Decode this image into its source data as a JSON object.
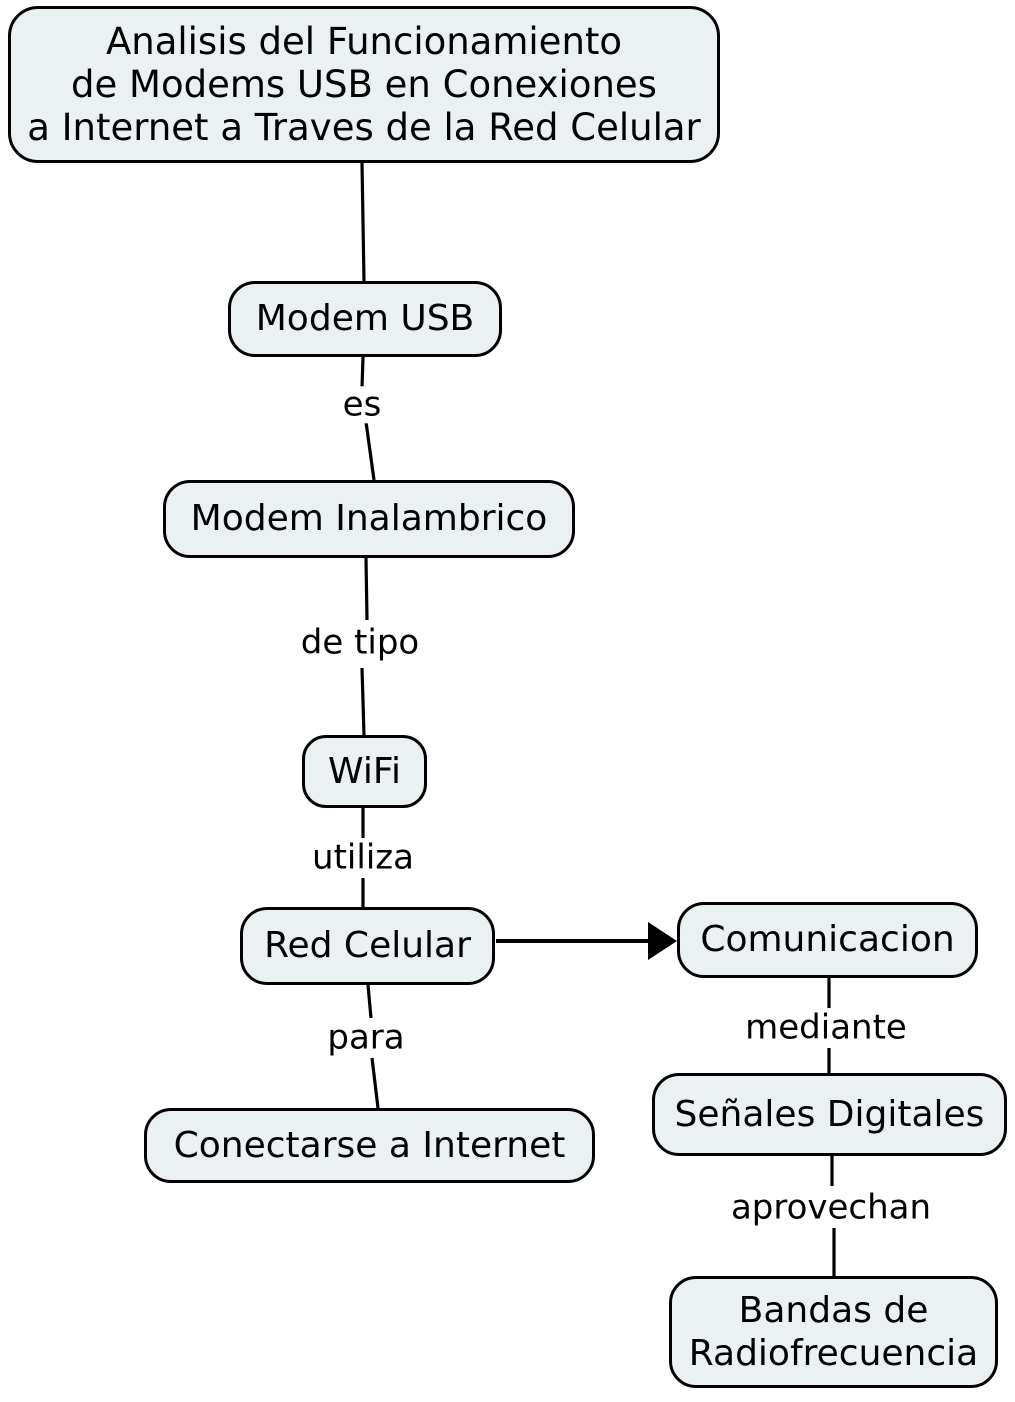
{
  "diagram": {
    "title": "Analisis del Funcionamiento\nde Modems USB en Conexiones\na Internet a Traves de la Red Celular",
    "nodes": {
      "modem_usb": "Modem USB",
      "modem_inalambrico": "Modem Inalambrico",
      "wifi": "WiFi",
      "red_celular": "Red Celular",
      "comunicacion": "Comunicacion",
      "conectarse_internet": "Conectarse a Internet",
      "senales_digitales": "Señales Digitales",
      "bandas_radiofrecuencia": "Bandas de\nRadiofrecuencia"
    },
    "edge_labels": {
      "es": "es",
      "de_tipo": "de tipo",
      "utiliza": "utiliza",
      "para": "para",
      "mediante": "mediante",
      "aprovechan": "aprovechan"
    },
    "colors": {
      "node_fill": "#ebf1f2",
      "node_border": "#000000",
      "connector": "#000000",
      "text": "#000000",
      "background": "#ffffff"
    }
  }
}
